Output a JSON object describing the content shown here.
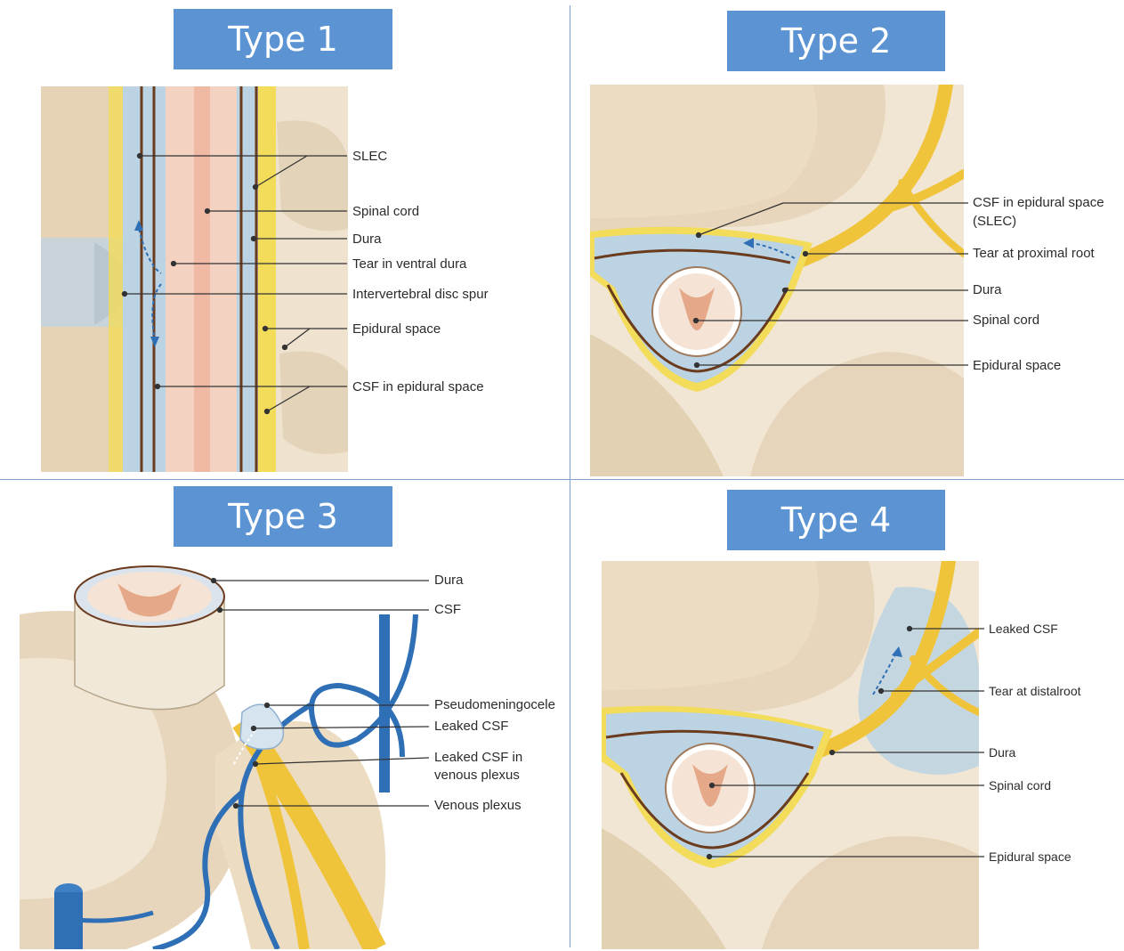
{
  "panels": {
    "type1": {
      "title": "Type 1",
      "labels": [
        "SLEC",
        "Spinal cord",
        "Dura",
        "Tear in ventral dura",
        "Intervertebral disc spur",
        "Epidural space",
        "CSF in epidural space"
      ]
    },
    "type2": {
      "title": "Type 2",
      "labels": [
        "CSF in epidural space",
        "(SLEC)",
        "Tear at proximal root",
        "Dura",
        "Spinal cord",
        "Epidural space"
      ]
    },
    "type3": {
      "title": "Type 3",
      "labels": [
        "Dura",
        "CSF",
        "Pseudomeningocele",
        "Leaked CSF",
        "Leaked CSF in",
        "venous plexus",
        "Venous plexus"
      ]
    },
    "type4": {
      "title": "Type 4",
      "labels": [
        "Leaked CSF",
        "Tear at distalroot",
        "Dura",
        "Spinal cord",
        "Epidural space"
      ]
    }
  },
  "colors": {
    "banner": "#5b93d3",
    "divider": "#7f9fce",
    "bone": "#ecdcc2",
    "csf": "#bcd3e3",
    "dura": "#6b3b1e",
    "cord": "#f3d2c2",
    "fat": "#f2dc5a",
    "nerve": "#f0c43a",
    "vein": "#2e6fb6"
  }
}
